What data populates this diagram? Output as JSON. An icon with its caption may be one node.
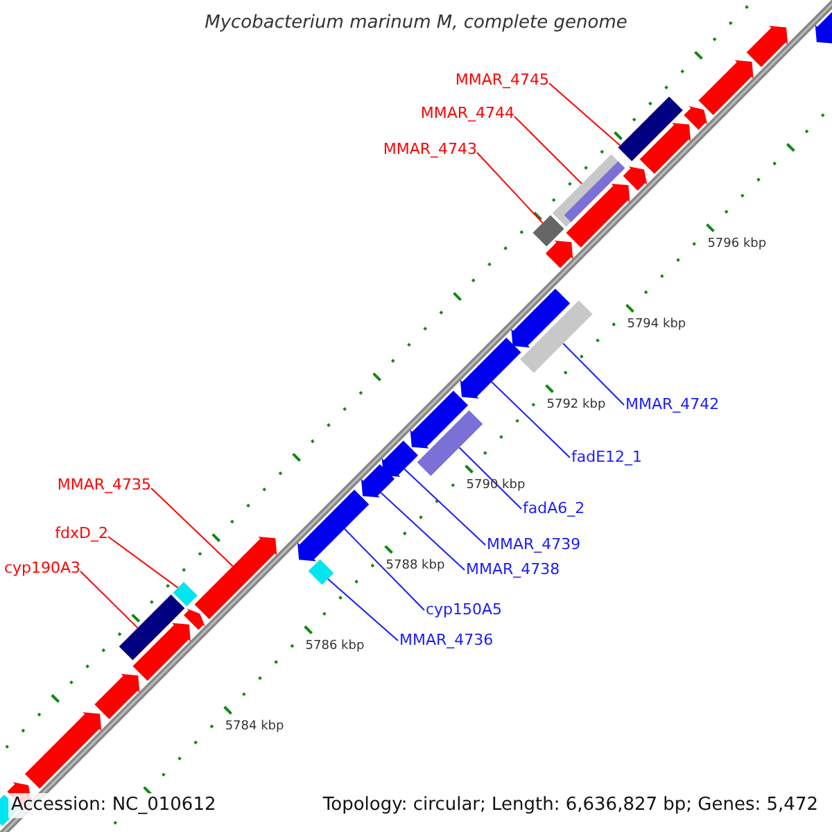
{
  "diagram": {
    "title": "Mycobacterium marinum M, complete genome",
    "nodes": [
      {
        "text": [
          "MMAR_4745"
        ]
      },
      {
        "text": [
          "MMAR_4744"
        ]
      },
      {
        "text": [
          "MMAR_4743"
        ]
      },
      {
        "text": [
          "MMAR_4742"
        ]
      },
      {
        "text": [
          "fadE12_1"
        ]
      },
      {
        "text": [
          "MMAR_4735"
        ]
      },
      {
        "text": [
          "fadA6_2"
        ]
      },
      {
        "text": [
          "fdxD_2"
        ]
      },
      {
        "text": [
          "MMAR_4739"
        ]
      },
      {
        "text": [
          "cyp190A3"
        ]
      },
      {
        "text": [
          "MMAR_4738"
        ]
      },
      {
        "text": [
          "cyp150A5"
        ]
      },
      {
        "text": [
          "MMAR_4736"
        ]
      },
      {
        "text": [],
        "shape": "bar"
      },
      {
        "text": [],
        "shape": "bar"
      },
      {
        "text": [],
        "shape": "bar"
      },
      {
        "text": [],
        "shape": "bar"
      },
      {
        "text": [],
        "shape": "bar"
      },
      {
        "text": [],
        "shape": "bar"
      },
      {
        "text": [],
        "shape": "bar"
      },
      {
        "text": [],
        "shape": "bar"
      },
      {
        "text": [],
        "shape": "bar"
      },
      {
        "text": [],
        "shape": "bar"
      },
      {
        "text": [],
        "shape": "bar"
      },
      {
        "text": [],
        "shape": "bar"
      },
      {
        "text": [],
        "shape": "bar"
      },
      {
        "text": [],
        "shape": "bar"
      },
      {
        "text": [],
        "shape": "bar"
      },
      {
        "text": [],
        "shape": "bar"
      },
      {
        "text": [],
        "shape": "bar"
      },
      {
        "text": [],
        "shape": "bar"
      },
      {
        "text": [],
        "shape": "bar"
      },
      {
        "text": [],
        "shape": "bar"
      },
      {
        "text": [],
        "shape": "bar"
      },
      {
        "text": [],
        "shape": "bar"
      },
      {
        "text": [],
        "shape": "bar",
        "in": 34
      },
      {
        "text": [],
        "shape": "bar"
      },
      {
        "text": [],
        "shape": "bar"
      },
      {
        "text": [],
        "shape": "bar"
      },
      {
        "text": [],
        "shape": "bar"
      },
      {
        "text": [],
        "shape": "bar"
      },
      {
        "text": [],
        "shape": "bar"
      },
      {
        "text": [],
        "shape": "bar"
      }
    ],
    "edges": [
      {
        "from": 0,
        "to": 37,
        "arrow": "none",
        "color": "#ff0000"
      },
      {
        "from": 1,
        "to": 34,
        "arrow": "none",
        "color": "#ff0000"
      },
      {
        "from": 2,
        "to": 32,
        "arrow": "none",
        "color": "#ff0000"
      },
      {
        "from": 3,
        "to": 29,
        "arrow": "none"
      },
      {
        "from": 4,
        "to": 28,
        "arrow": "none"
      },
      {
        "from": 5,
        "to": 21,
        "arrow": "none",
        "color": "#ff0000"
      },
      {
        "from": 6,
        "to": 26,
        "arrow": "none"
      },
      {
        "from": 7,
        "to": 20,
        "arrow": "none",
        "color": "#ff0000"
      },
      {
        "from": 8,
        "to": 25,
        "arrow": "none"
      },
      {
        "from": 9,
        "to": 18,
        "arrow": "none",
        "color": "#ff0000"
      },
      {
        "from": 10,
        "to": 24,
        "arrow": "none"
      },
      {
        "from": 11,
        "to": 23,
        "arrow": "none"
      },
      {
        "from": 12,
        "to": 22,
        "arrow": "none"
      }
    ],
    "labels": [
      "5796 kbp",
      "5794 kbp",
      "5792 kbp",
      "5790 kbp",
      "5788 kbp",
      "5786 kbp",
      "5784 kbp",
      "Accession: NC_010612",
      "Topology: circular; Length: 6,636,827 bp; Genes: 5,472"
    ]
  }
}
